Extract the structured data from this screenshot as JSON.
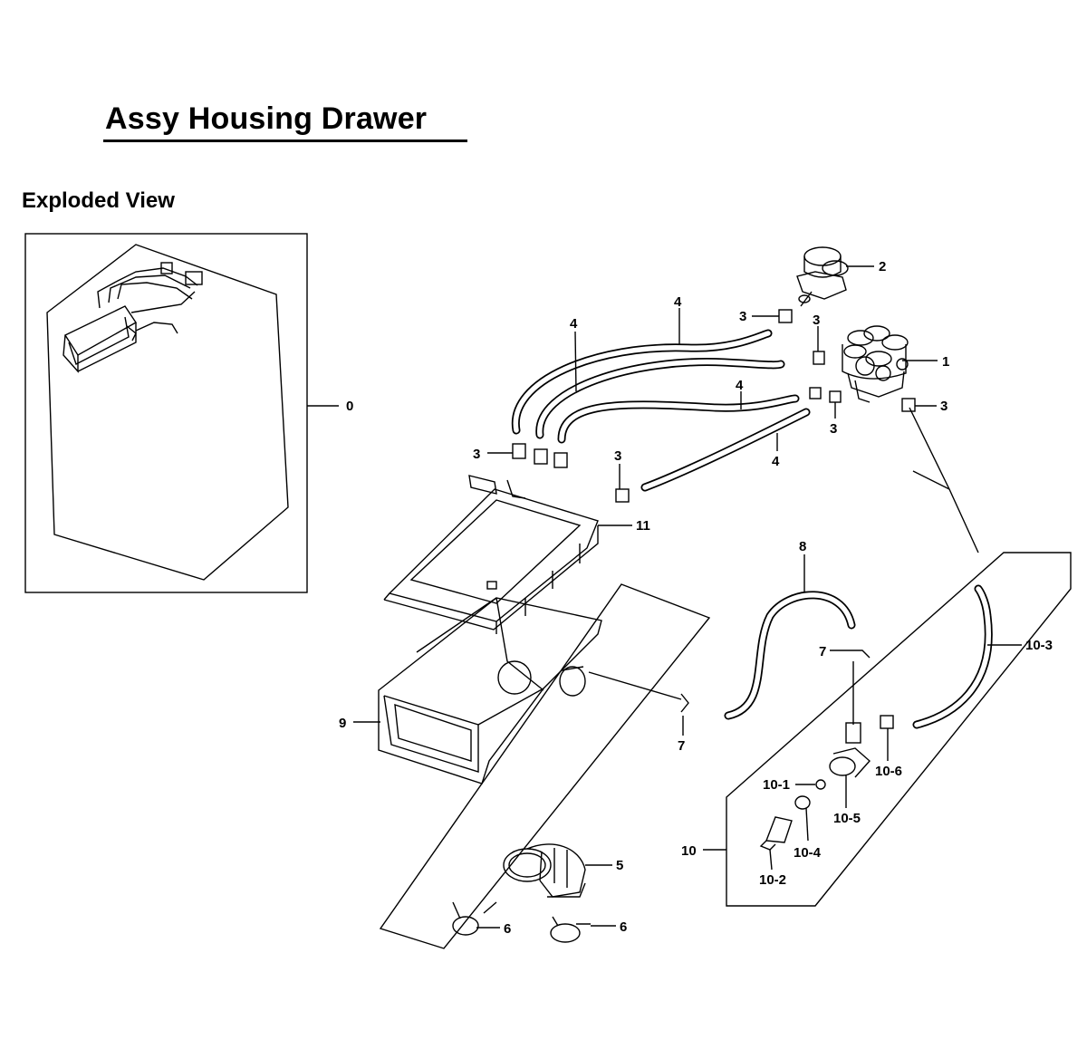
{
  "title": "Assy Housing Drawer",
  "subtitle": "Exploded View",
  "labels": {
    "l0": "0",
    "l1": "1",
    "l2": "2",
    "l3a": "3",
    "l3b": "3",
    "l3c": "3",
    "l3d": "3",
    "l3e": "3",
    "l3f": "3",
    "l4a": "4",
    "l4b": "4",
    "l4c": "4",
    "l4d": "4",
    "l5": "5",
    "l6a": "6",
    "l6b": "6",
    "l7a": "7",
    "l7b": "7",
    "l8": "8",
    "l9": "9",
    "l10": "10",
    "l10_1": "10-1",
    "l10_2": "10-2",
    "l10_3": "10-3",
    "l10_4": "10-4",
    "l10_5": "10-5",
    "l10_6": "10-6",
    "l11": "11"
  }
}
